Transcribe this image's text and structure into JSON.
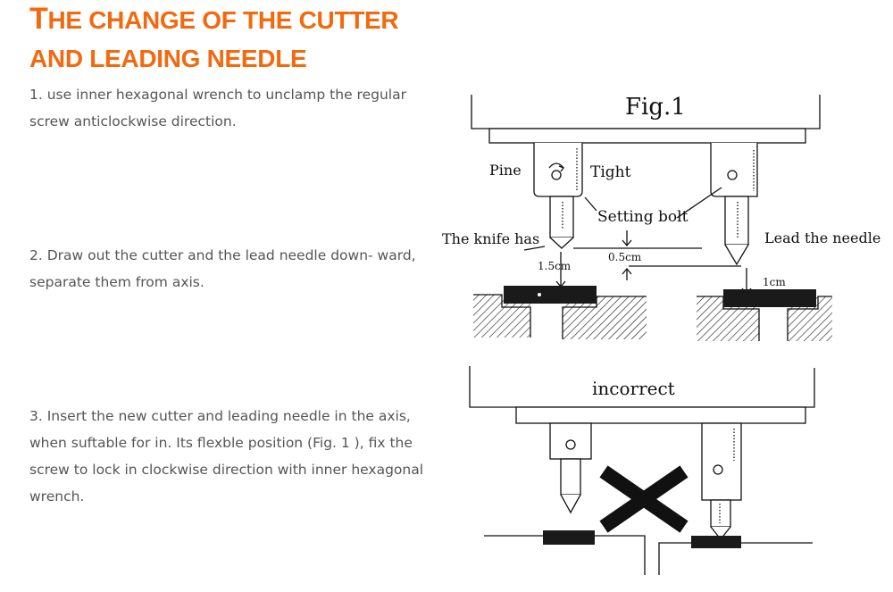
{
  "title": {
    "first_letter": "T",
    "line1_rest": "HE CHANGE OF THE CUTTER",
    "line2": "AND LEADING NEEDLE"
  },
  "steps": [
    {
      "text": "1. use inner hexagonal wrench to unclamp the regular screw anticlockwise direction."
    },
    {
      "text": "2. Draw out the cutter and the lead needle down- ward, separate them from axis."
    },
    {
      "text": "3. Insert the new cutter and leading needle in the axis, when suftable for in. Its flexble position (Fig. 1 ), fix the screw to lock in clockwise direction with inner hexagonal wrench."
    }
  ],
  "figure": {
    "fig_label": "Fig.1",
    "pine": "Pine",
    "tight": "Tight",
    "setting_bolt": "Setting bolt",
    "knife_has": "The knife has",
    "lead_needle": "Lead the needle",
    "dim_05": "0.5cm",
    "dim_15": "1.5cm",
    "dim_1": "1cm",
    "incorrect": "incorrect"
  },
  "colors": {
    "title": "#f26a10",
    "body_text": "#555555"
  }
}
